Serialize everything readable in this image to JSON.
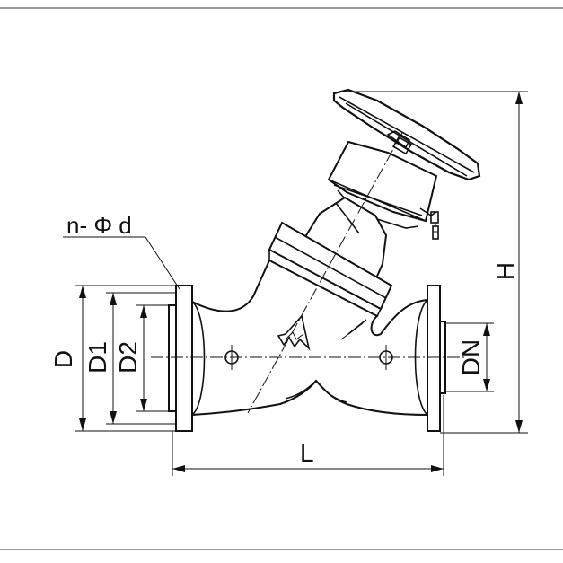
{
  "diagram": {
    "labels": {
      "bolt_holes": "n- Φ d",
      "flange_outer": "D",
      "bolt_circle": "D1",
      "raised_face": "D2",
      "height": "H",
      "nominal": "DN",
      "length": "L"
    },
    "colors": {
      "line": "#111111",
      "background": "#ffffff"
    }
  }
}
